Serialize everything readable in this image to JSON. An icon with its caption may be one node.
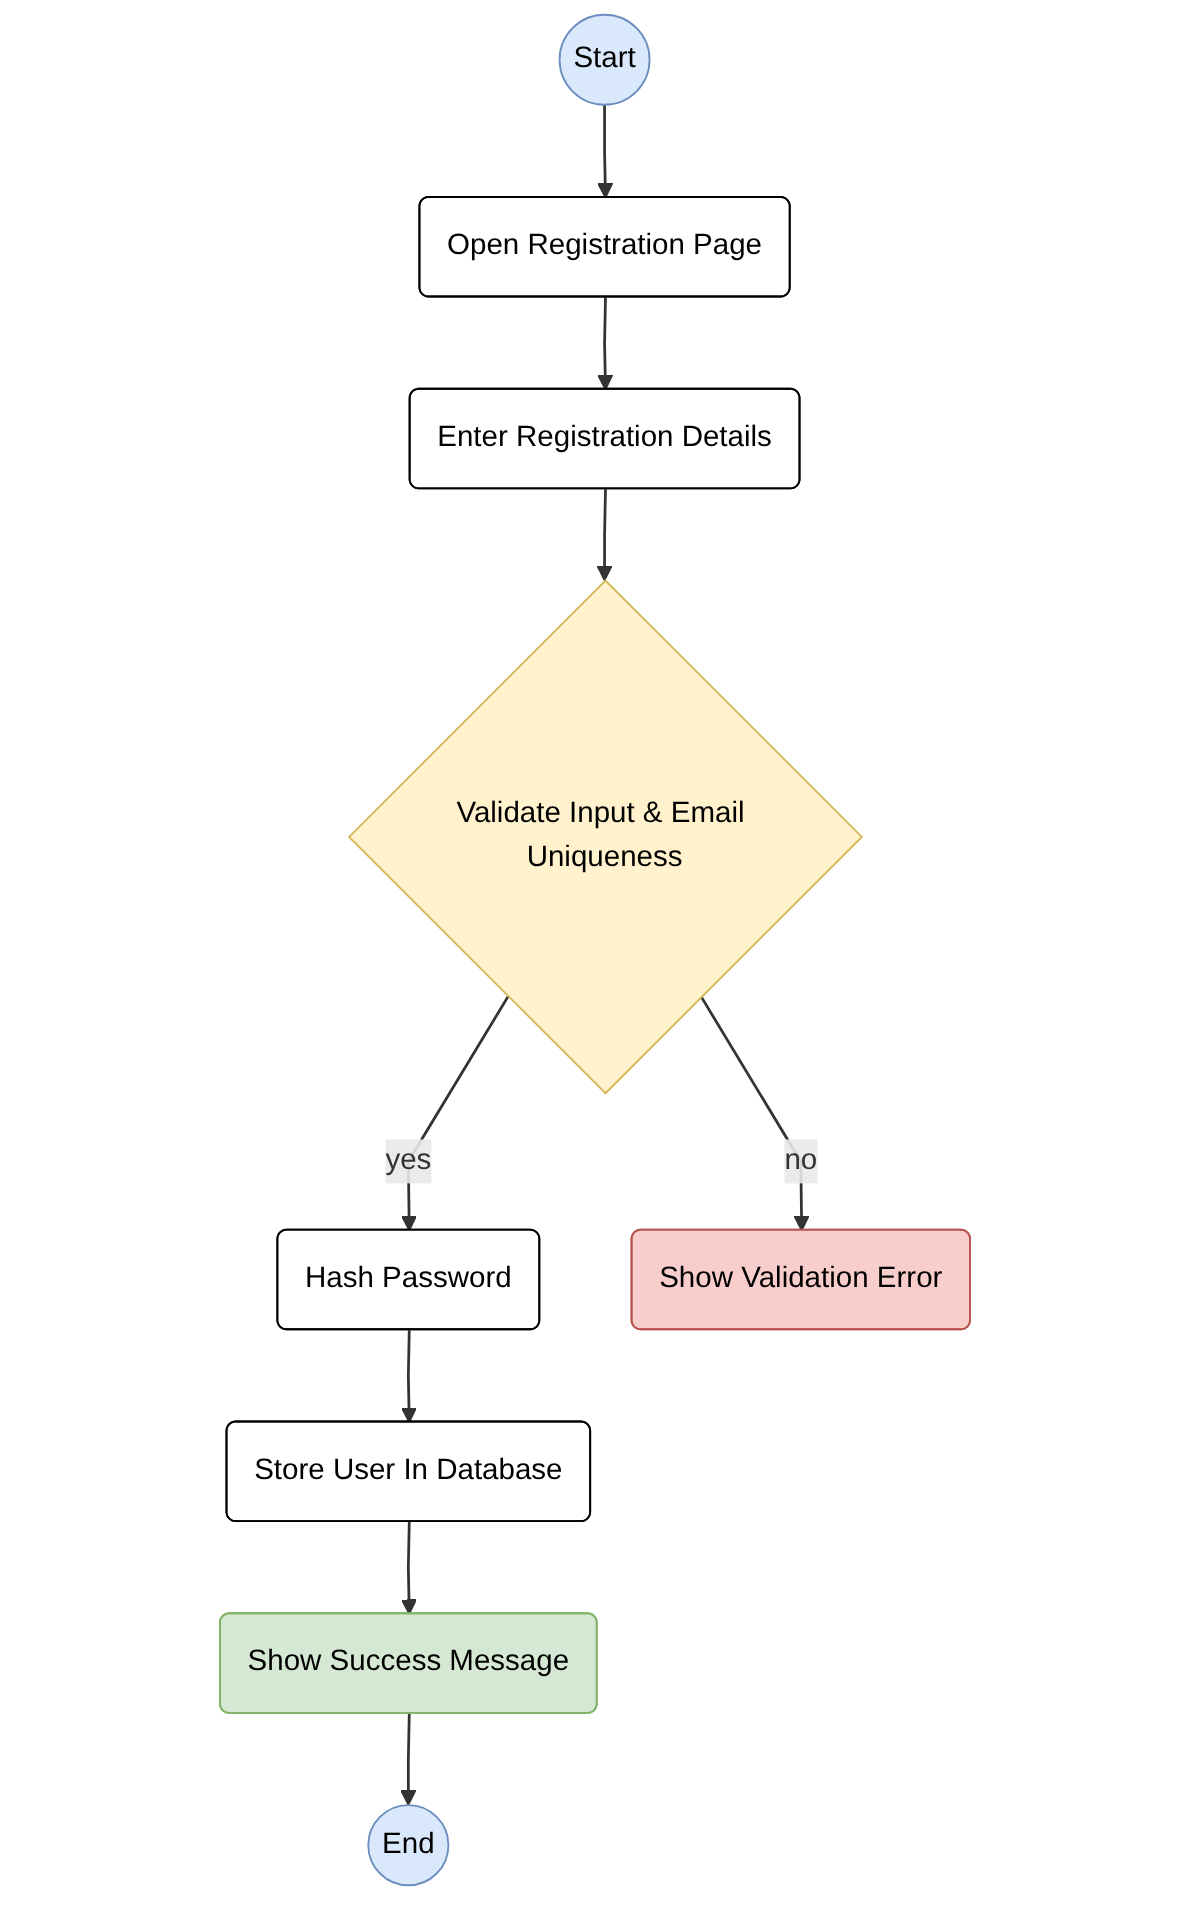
{
  "diagram": {
    "nodes": [
      {
        "text": [
          "Start"
        ]
      },
      {
        "text": [
          "Open Registration Page"
        ]
      },
      {
        "text": [
          "Enter Registration Details"
        ]
      },
      {
        "text": [
          "Validate Input & Email Uniqueness"
        ]
      },
      {
        "text": [
          "Hash Password"
        ]
      },
      {
        "text": [
          "Store User In Database"
        ]
      },
      {
        "text": [
          "Show Validation Error"
        ]
      },
      {
        "text": [
          "Show Success Message"
        ]
      },
      {
        "text": [
          "End"
        ]
      }
    ],
    "edges": [
      {
        "from": 0,
        "to": 1,
        "arrow": "to"
      },
      {
        "from": 1,
        "to": 2,
        "arrow": "to"
      },
      {
        "from": 2,
        "to": 3,
        "arrow": "to"
      },
      {
        "from": 3,
        "to": 4,
        "arrow": "to",
        "label": "yes"
      },
      {
        "from": 3,
        "to": 6,
        "arrow": "to",
        "label": "no"
      },
      {
        "from": 4,
        "to": 5,
        "arrow": "to"
      },
      {
        "from": 5,
        "to": 7,
        "arrow": "to"
      },
      {
        "from": 7,
        "to": 8,
        "arrow": "to"
      }
    ]
  }
}
